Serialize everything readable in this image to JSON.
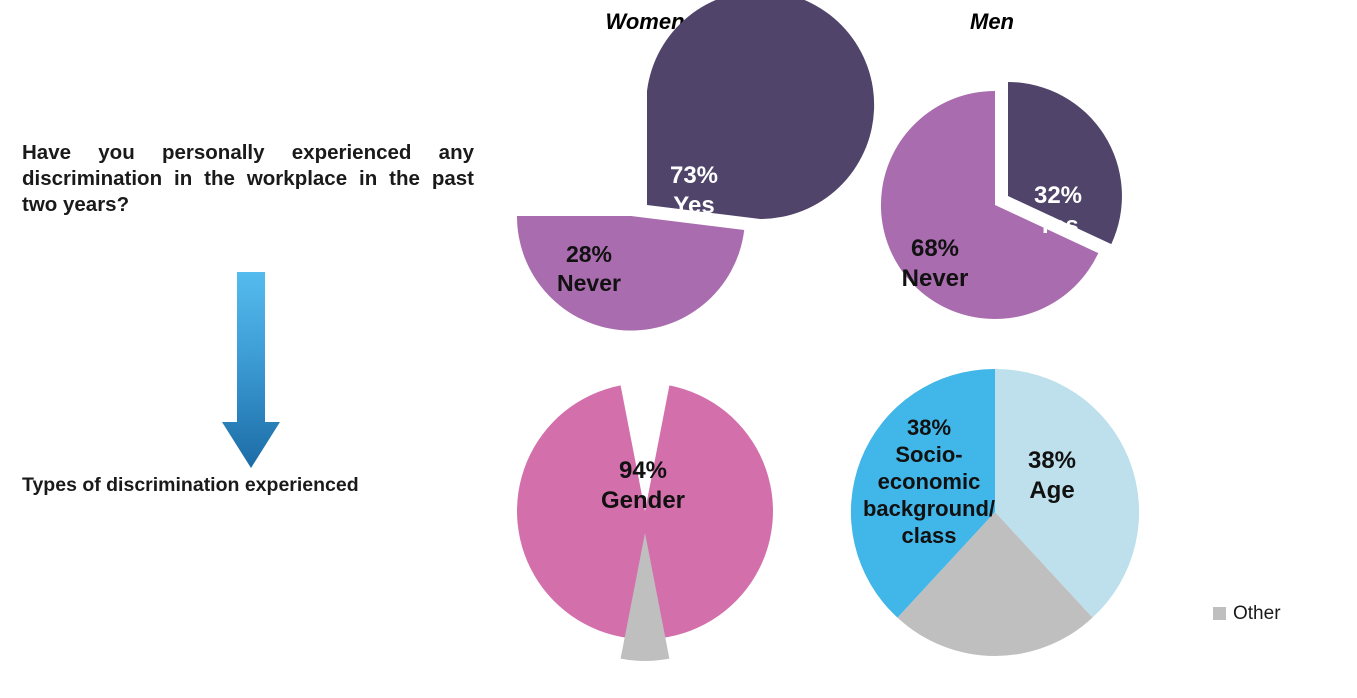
{
  "left_panel": {
    "question": "Have you personally experienced any discrimination in the workplace in the past two years?",
    "flow_label": "Types of discrimination experienced",
    "arrow_icon": "down-arrow-icon",
    "arrow_color_top": "#4FB8EC",
    "arrow_color_bottom": "#1F6EA8"
  },
  "columns": {
    "women": "Women",
    "men": "Men"
  },
  "legend": {
    "items": [
      {
        "label": "Other",
        "color": "#BFBFBF"
      }
    ]
  },
  "palette": {
    "dark_purple": "#50446B",
    "light_purple": "#A96CAE",
    "pink": "#D370AC",
    "gray": "#BFBFBF",
    "light_blue": "#BEE0EC",
    "bright_blue": "#41B6E8"
  },
  "chart_data": [
    {
      "id": "women-discrimination",
      "type": "pie",
      "title": "Women",
      "question": "Have you personally experienced any discrimination in the workplace in the past two years?",
      "categories": [
        "Yes",
        "Never"
      ],
      "values": [
        73,
        28
      ],
      "unit": "%",
      "colors": [
        "#50446B",
        "#A96CAE"
      ],
      "exploded": [
        "Never"
      ],
      "labels": [
        {
          "pct": "73%",
          "name": "Yes"
        },
        {
          "pct": "28%",
          "name": "Never"
        }
      ]
    },
    {
      "id": "men-discrimination",
      "type": "pie",
      "title": "Men",
      "question": "Have you personally experienced any discrimination in the workplace in the past two years?",
      "categories": [
        "Yes",
        "Never"
      ],
      "values": [
        32,
        68
      ],
      "unit": "%",
      "colors": [
        "#50446B",
        "#A96CAE"
      ],
      "exploded": [
        "Yes"
      ],
      "labels": [
        {
          "pct": "32%",
          "name": "Yes"
        },
        {
          "pct": "68%",
          "name": "Never"
        }
      ]
    },
    {
      "id": "women-types",
      "type": "pie",
      "title": "Types of discrimination experienced",
      "categories": [
        "Gender",
        "Other"
      ],
      "values": [
        94,
        6
      ],
      "unit": "%",
      "colors": [
        "#D370AC",
        "#BFBFBF"
      ],
      "exploded": [
        "Other"
      ],
      "labels": [
        {
          "pct": "94%",
          "name": "Gender"
        }
      ]
    },
    {
      "id": "men-types",
      "type": "pie",
      "title": "Types of discrimination experienced",
      "categories": [
        "Age",
        "Other",
        "Socio-economic background/class"
      ],
      "values": [
        38,
        24,
        38
      ],
      "unit": "%",
      "colors": [
        "#BEE0EC",
        "#BFBFBF",
        "#41B6E8"
      ],
      "exploded": [],
      "labels": [
        {
          "pct": "38%",
          "name": "Age"
        },
        {
          "pct": "38%",
          "name": "Socio-economic background/class"
        }
      ]
    }
  ],
  "slice_text": {
    "women_yes_pct": "73%",
    "women_yes_name": "Yes",
    "women_never_pct": "28%",
    "women_never_name": "Never",
    "men_yes_pct": "32%",
    "men_yes_name": "Yes",
    "men_never_pct": "68%",
    "men_never_name": "Never",
    "wtypes_gender_pct": "94%",
    "wtypes_gender_name": "Gender",
    "mtypes_age_pct": "38%",
    "mtypes_age_name": "Age",
    "mtypes_socio_pct": "38%",
    "mtypes_socio_line1": "Socio-",
    "mtypes_socio_line2": "economic",
    "mtypes_socio_line3": "background/",
    "mtypes_socio_line4": "class"
  }
}
